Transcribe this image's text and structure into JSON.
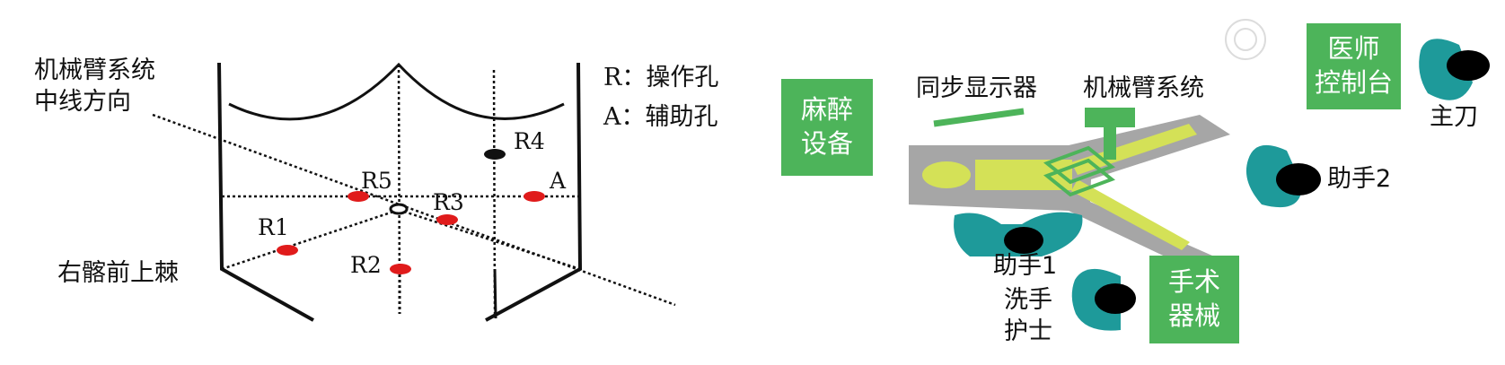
{
  "left_diagram": {
    "axis_label": "机械臂系统\n中线方向",
    "landmark_label": "右髂前上棘",
    "legend": {
      "r": "R：操作孔",
      "a": "A：辅助孔"
    },
    "ports": [
      "R1",
      "R2",
      "R3",
      "R4",
      "R5",
      "A"
    ]
  },
  "right_diagram": {
    "anesthesia": "麻醉\n设备",
    "sync_display": "同步显示器",
    "robot_arm": "机械臂系统",
    "console": "医师\n控制台",
    "main_surgeon": "主刀",
    "assistant2": "助手2",
    "assistant1": "助手1",
    "nurse": "洗手\n护士",
    "instruments": "手术\n器械"
  },
  "colors": {
    "green": "#4db45a",
    "teal": "#1e9a9a",
    "lime": "#d4e157",
    "gray": "#a6a6a6",
    "port_red": "#e01b1b"
  }
}
